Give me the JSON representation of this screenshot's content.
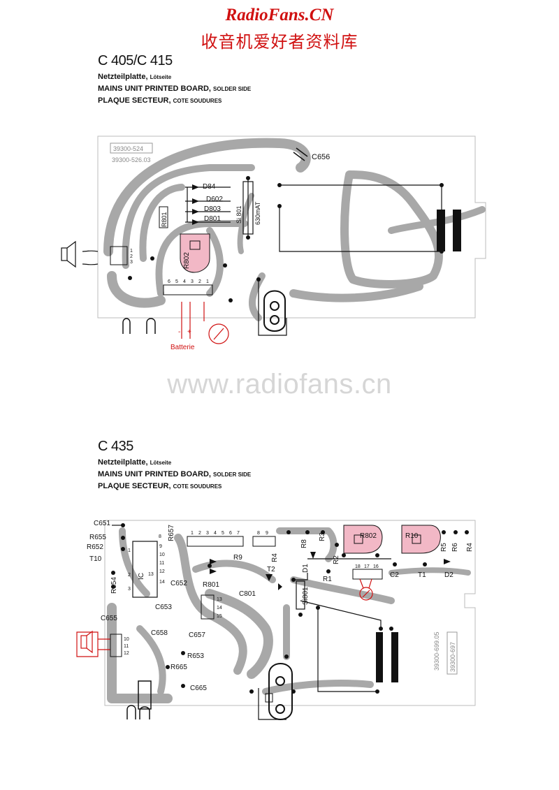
{
  "site": {
    "title": "RadioFans.CN",
    "subtitle": "收音机爱好者资料库",
    "watermark": "www.radiofans.cn"
  },
  "top_section": {
    "model": "C 405/C 415",
    "caption_de": "Netzteilplatte,",
    "caption_de_small": "Lötseite",
    "caption_en": "MAINS UNIT PRINTED BOARD,",
    "caption_en_small": "SOLDER SIDE",
    "caption_fr": "PLAQUE SECTEUR,",
    "caption_fr_small": "COTE SOUDURES",
    "board_code_1": "39300-524",
    "board_code_2": "39300-526.03",
    "labels": {
      "c656": "C656",
      "d84": "D84",
      "d602": "D602",
      "d803": "D803",
      "d801": "D801",
      "r801": "R801",
      "r802": "R802",
      "si801": "Si 801",
      "fuse_rating": "630mAT",
      "battery": "Batterie",
      "minus": "-",
      "plus": "+",
      "pin_nums": [
        "6",
        "5",
        "4",
        "3",
        "2",
        "1"
      ],
      "conn_pins": [
        "1",
        "2",
        "3"
      ]
    }
  },
  "bottom_section": {
    "model": "C 435",
    "caption_de": "Netzteilplatte,",
    "caption_de_small": "Lötseite",
    "caption_en": "MAINS UNIT PRINTED BOARD,",
    "caption_en_small": "SOLDER SIDE",
    "caption_fr": "PLAQUE SECTEUR,",
    "caption_fr_small": "COTE SOUDURES",
    "board_code_1": "39300-699.05",
    "board_code_2": "39300-697",
    "labels": {
      "c651": "C651",
      "r655": "R655",
      "r652": "R652",
      "t10": "T10",
      "r654": "R654",
      "c655": "C655",
      "r657": "R657",
      "ic": "IC",
      "c652": "C652",
      "c653": "C653",
      "c658": "C658",
      "c657": "C657",
      "r653": "R653",
      "r665": "R665",
      "c665": "C665",
      "r9": "R9",
      "r4": "R4",
      "r8": "R8",
      "r3": "R3",
      "r2": "R2",
      "r1": "R1",
      "d1": "D1",
      "t2": "T2",
      "r801": "R801",
      "c801": "C801",
      "si801": "Si801",
      "r802": "R802",
      "r10": "R10",
      "c2": "C2",
      "t1": "T1",
      "d2": "D2",
      "r5": "R5",
      "r6": "R6",
      "r4b": "R4",
      "header_pins": [
        "1",
        "2",
        "3",
        "4",
        "5",
        "6",
        "7"
      ],
      "header2_pins": [
        "8",
        "9"
      ],
      "pins_18_16": [
        "18",
        "17",
        "16"
      ],
      "pins_13_15": [
        "13",
        "14",
        "15"
      ],
      "ic_pins_left": [
        "1",
        "2",
        "3"
      ],
      "ic_pins_right": [
        "9",
        "10",
        "11",
        "12",
        "13",
        "14"
      ],
      "ic_pin_8": "8",
      "conn_pins": [
        "10",
        "11",
        "12"
      ]
    }
  },
  "colors": {
    "trace": "#a8a8a8",
    "line": "#111111",
    "red": "#d01010",
    "pink": "#f2b8c6"
  }
}
